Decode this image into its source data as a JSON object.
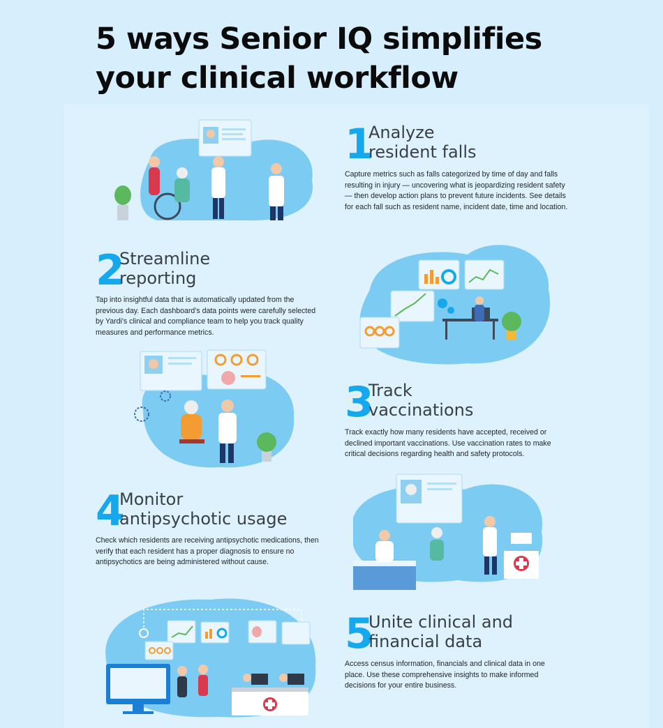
{
  "title": "5 ways Senior IQ simplifies your clinical workflow",
  "sections": [
    {
      "number": "1",
      "heading_line1": "Analyze",
      "heading_line2": "resident falls",
      "body": "Capture metrics such as falls categorized by time of day and falls resulting in injury — uncovering what is jeopardizing resident safety — then develop action plans to prevent future incidents. See details for each fall such as resident name, incident date, time and location."
    },
    {
      "number": "2",
      "heading_line1": "Streamline",
      "heading_line2": "reporting",
      "body": "Tap into insightful data that is automatically updated from the previous day. Each dashboard's data points were carefully selected by Yardi's clinical and compliance team to help you track quality measures and performance metrics."
    },
    {
      "number": "3",
      "heading_line1": "Track",
      "heading_line2": "vaccinations",
      "body": "Track exactly how many residents have accepted, received or declined important vaccinations. Use vaccination rates to make critical decisions regarding health and safety protocols."
    },
    {
      "number": "4",
      "heading_line1": "Monitor",
      "heading_line2": "antipsychotic usage",
      "body": "Check which residents are receiving antipsychotic medications, then verify that each resident has a proper diagnosis to ensure no antipsychotics are being administered without cause."
    },
    {
      "number": "5",
      "heading_line1": "Unite clinical and",
      "heading_line2": "financial data",
      "body": "Access census information, financials and clinical data in one place. Use these comprehensive insights to make informed decisions for your entire business."
    }
  ],
  "colors": {
    "accent": "#16a8ec",
    "background": "#d7effc",
    "blob": "#7ccbf3",
    "heading": "#3a3f45"
  }
}
